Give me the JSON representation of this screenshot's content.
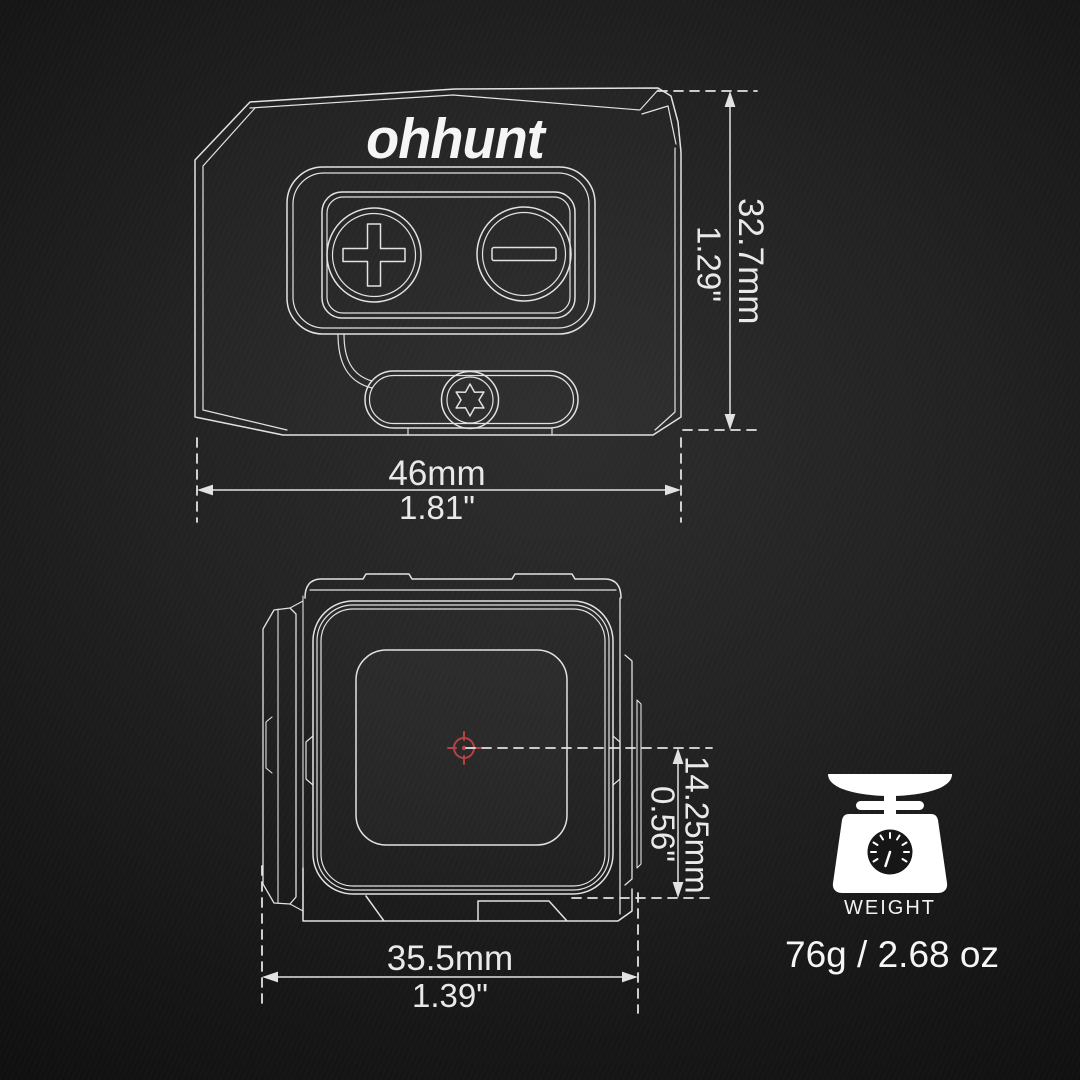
{
  "brand": "ohhunt",
  "side_view": {
    "name": "red dot sight side elevation drawing",
    "height": {
      "mm": "32.7mm",
      "inch": "1.29\""
    },
    "width": {
      "mm": "46mm",
      "inch": "1.81\""
    }
  },
  "front_view": {
    "name": "red dot sight front elevation drawing",
    "lens_height": {
      "mm": "14.25mm",
      "inch": "0.56\""
    },
    "width": {
      "mm": "35.5mm",
      "inch": "1.39\""
    }
  },
  "weight": {
    "label": "WEIGHT",
    "value": "76g / 2.68 oz"
  },
  "icons": {
    "weight": "kitchen-scale-icon",
    "plus_dial": "plus-icon",
    "minus_dial": "minus-icon",
    "screw": "torx-screw-icon",
    "reticle": "red-dot-reticle-icon"
  },
  "colors": {
    "background_center": "#2d2d2d",
    "background_edge": "#0a0a0a",
    "line": "#e2e2e2",
    "reticle_red": "#b64343",
    "text": "#ececec"
  }
}
